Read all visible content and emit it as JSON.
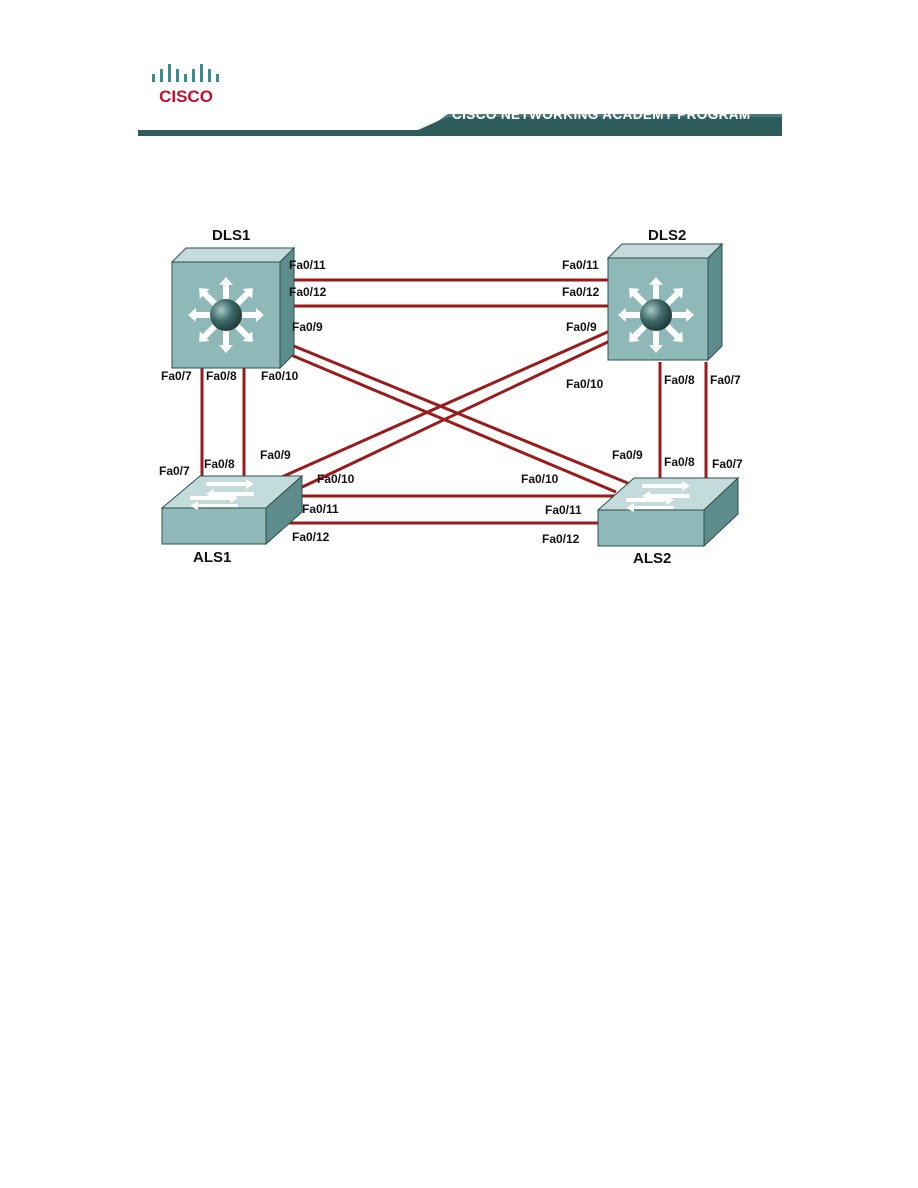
{
  "header": {
    "logo_text": "CISCO",
    "program_title": "CISCO NETWORKING ACADEMY PROGRAM",
    "colors": {
      "brand_dark_teal": "#2f5c5c",
      "logo_red": "#c8102e",
      "logo_teal": "#3d8c8c"
    }
  },
  "diagram": {
    "devices": [
      {
        "id": "DLS1",
        "label": "DLS1",
        "type": "multilayer-switch"
      },
      {
        "id": "DLS2",
        "label": "DLS2",
        "type": "multilayer-switch"
      },
      {
        "id": "ALS1",
        "label": "ALS1",
        "type": "workgroup-switch"
      },
      {
        "id": "ALS2",
        "label": "ALS2",
        "type": "workgroup-switch"
      }
    ],
    "links": [
      {
        "from": "DLS1",
        "from_port": "Fa0/11",
        "to": "DLS2",
        "to_port": "Fa0/11"
      },
      {
        "from": "DLS1",
        "from_port": "Fa0/12",
        "to": "DLS2",
        "to_port": "Fa0/12"
      },
      {
        "from": "DLS1",
        "from_port": "Fa0/7",
        "to": "ALS1",
        "to_port": "Fa0/7"
      },
      {
        "from": "DLS1",
        "from_port": "Fa0/8",
        "to": "ALS1",
        "to_port": "Fa0/8"
      },
      {
        "from": "DLS1",
        "from_port": "Fa0/9",
        "to": "ALS2",
        "to_port": "Fa0/9"
      },
      {
        "from": "DLS1",
        "from_port": "Fa0/10",
        "to": "ALS2",
        "to_port": "Fa0/10"
      },
      {
        "from": "DLS2",
        "from_port": "Fa0/9",
        "to": "ALS1",
        "to_port": "Fa0/9"
      },
      {
        "from": "DLS2",
        "from_port": "Fa0/10",
        "to": "ALS1",
        "to_port": "Fa0/10"
      },
      {
        "from": "DLS2",
        "from_port": "Fa0/7",
        "to": "ALS2",
        "to_port": "Fa0/7"
      },
      {
        "from": "DLS2",
        "from_port": "Fa0/8",
        "to": "ALS2",
        "to_port": "Fa0/8"
      },
      {
        "from": "ALS1",
        "from_port": "Fa0/11",
        "to": "ALS2",
        "to_port": "Fa0/11"
      },
      {
        "from": "ALS1",
        "from_port": "Fa0/12",
        "to": "ALS2",
        "to_port": "Fa0/12"
      }
    ],
    "link_color": "#9b1b1b",
    "device_color": "#8fb8b8"
  }
}
